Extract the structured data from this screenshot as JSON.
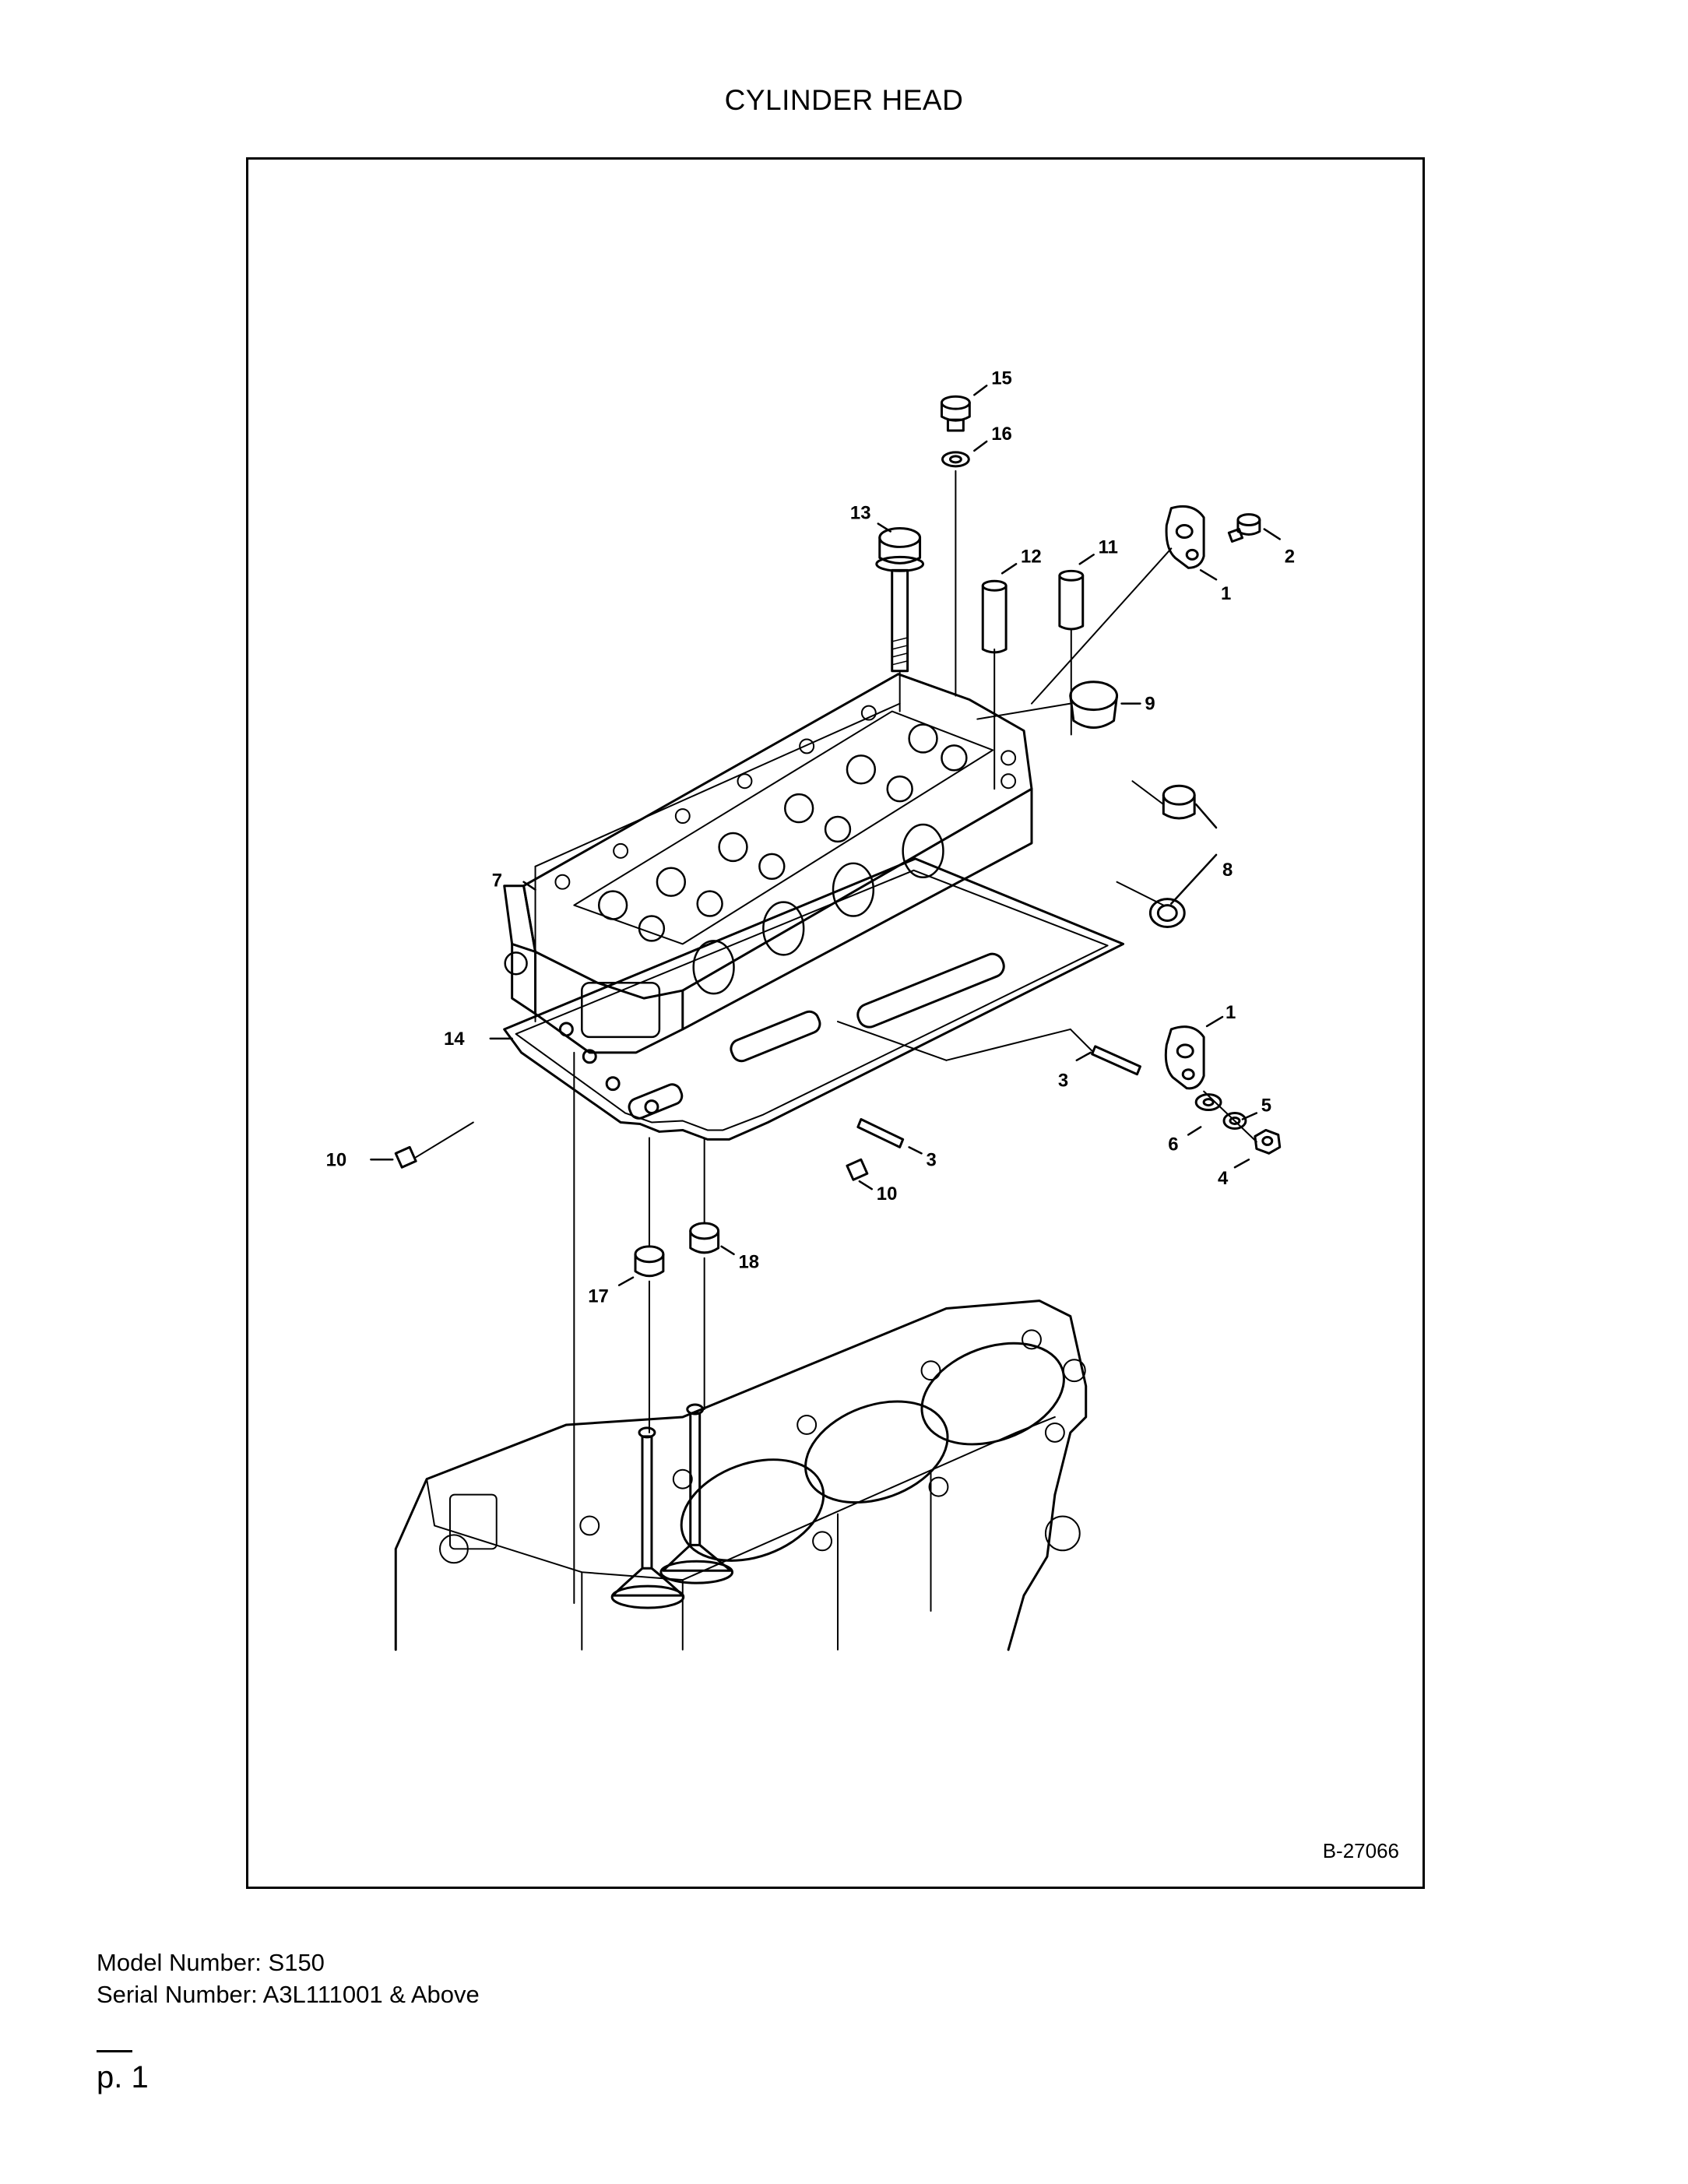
{
  "document": {
    "title": "CYLINDER HEAD",
    "figure_id": "B-27066",
    "model_number": "Model Number: S150",
    "serial_number": "Serial Number: A3L111001 & Above",
    "page_number": "p. 1"
  },
  "callouts": [
    {
      "id": "callout-15",
      "label": "15"
    },
    {
      "id": "callout-16",
      "label": "16"
    },
    {
      "id": "callout-13",
      "label": "13"
    },
    {
      "id": "callout-12",
      "label": "12"
    },
    {
      "id": "callout-11",
      "label": "11"
    },
    {
      "id": "callout-2",
      "label": "2"
    },
    {
      "id": "callout-1-top",
      "label": "1"
    },
    {
      "id": "callout-9",
      "label": "9"
    },
    {
      "id": "callout-8",
      "label": "8"
    },
    {
      "id": "callout-7",
      "label": "7"
    },
    {
      "id": "callout-1-bottom",
      "label": "1"
    },
    {
      "id": "callout-14",
      "label": "14"
    },
    {
      "id": "callout-3-right",
      "label": "3"
    },
    {
      "id": "callout-5",
      "label": "5"
    },
    {
      "id": "callout-6",
      "label": "6"
    },
    {
      "id": "callout-4",
      "label": "4"
    },
    {
      "id": "callout-10-left",
      "label": "10"
    },
    {
      "id": "callout-3-mid",
      "label": "3"
    },
    {
      "id": "callout-10-mid",
      "label": "10"
    },
    {
      "id": "callout-18",
      "label": "18"
    },
    {
      "id": "callout-17",
      "label": "17"
    }
  ]
}
